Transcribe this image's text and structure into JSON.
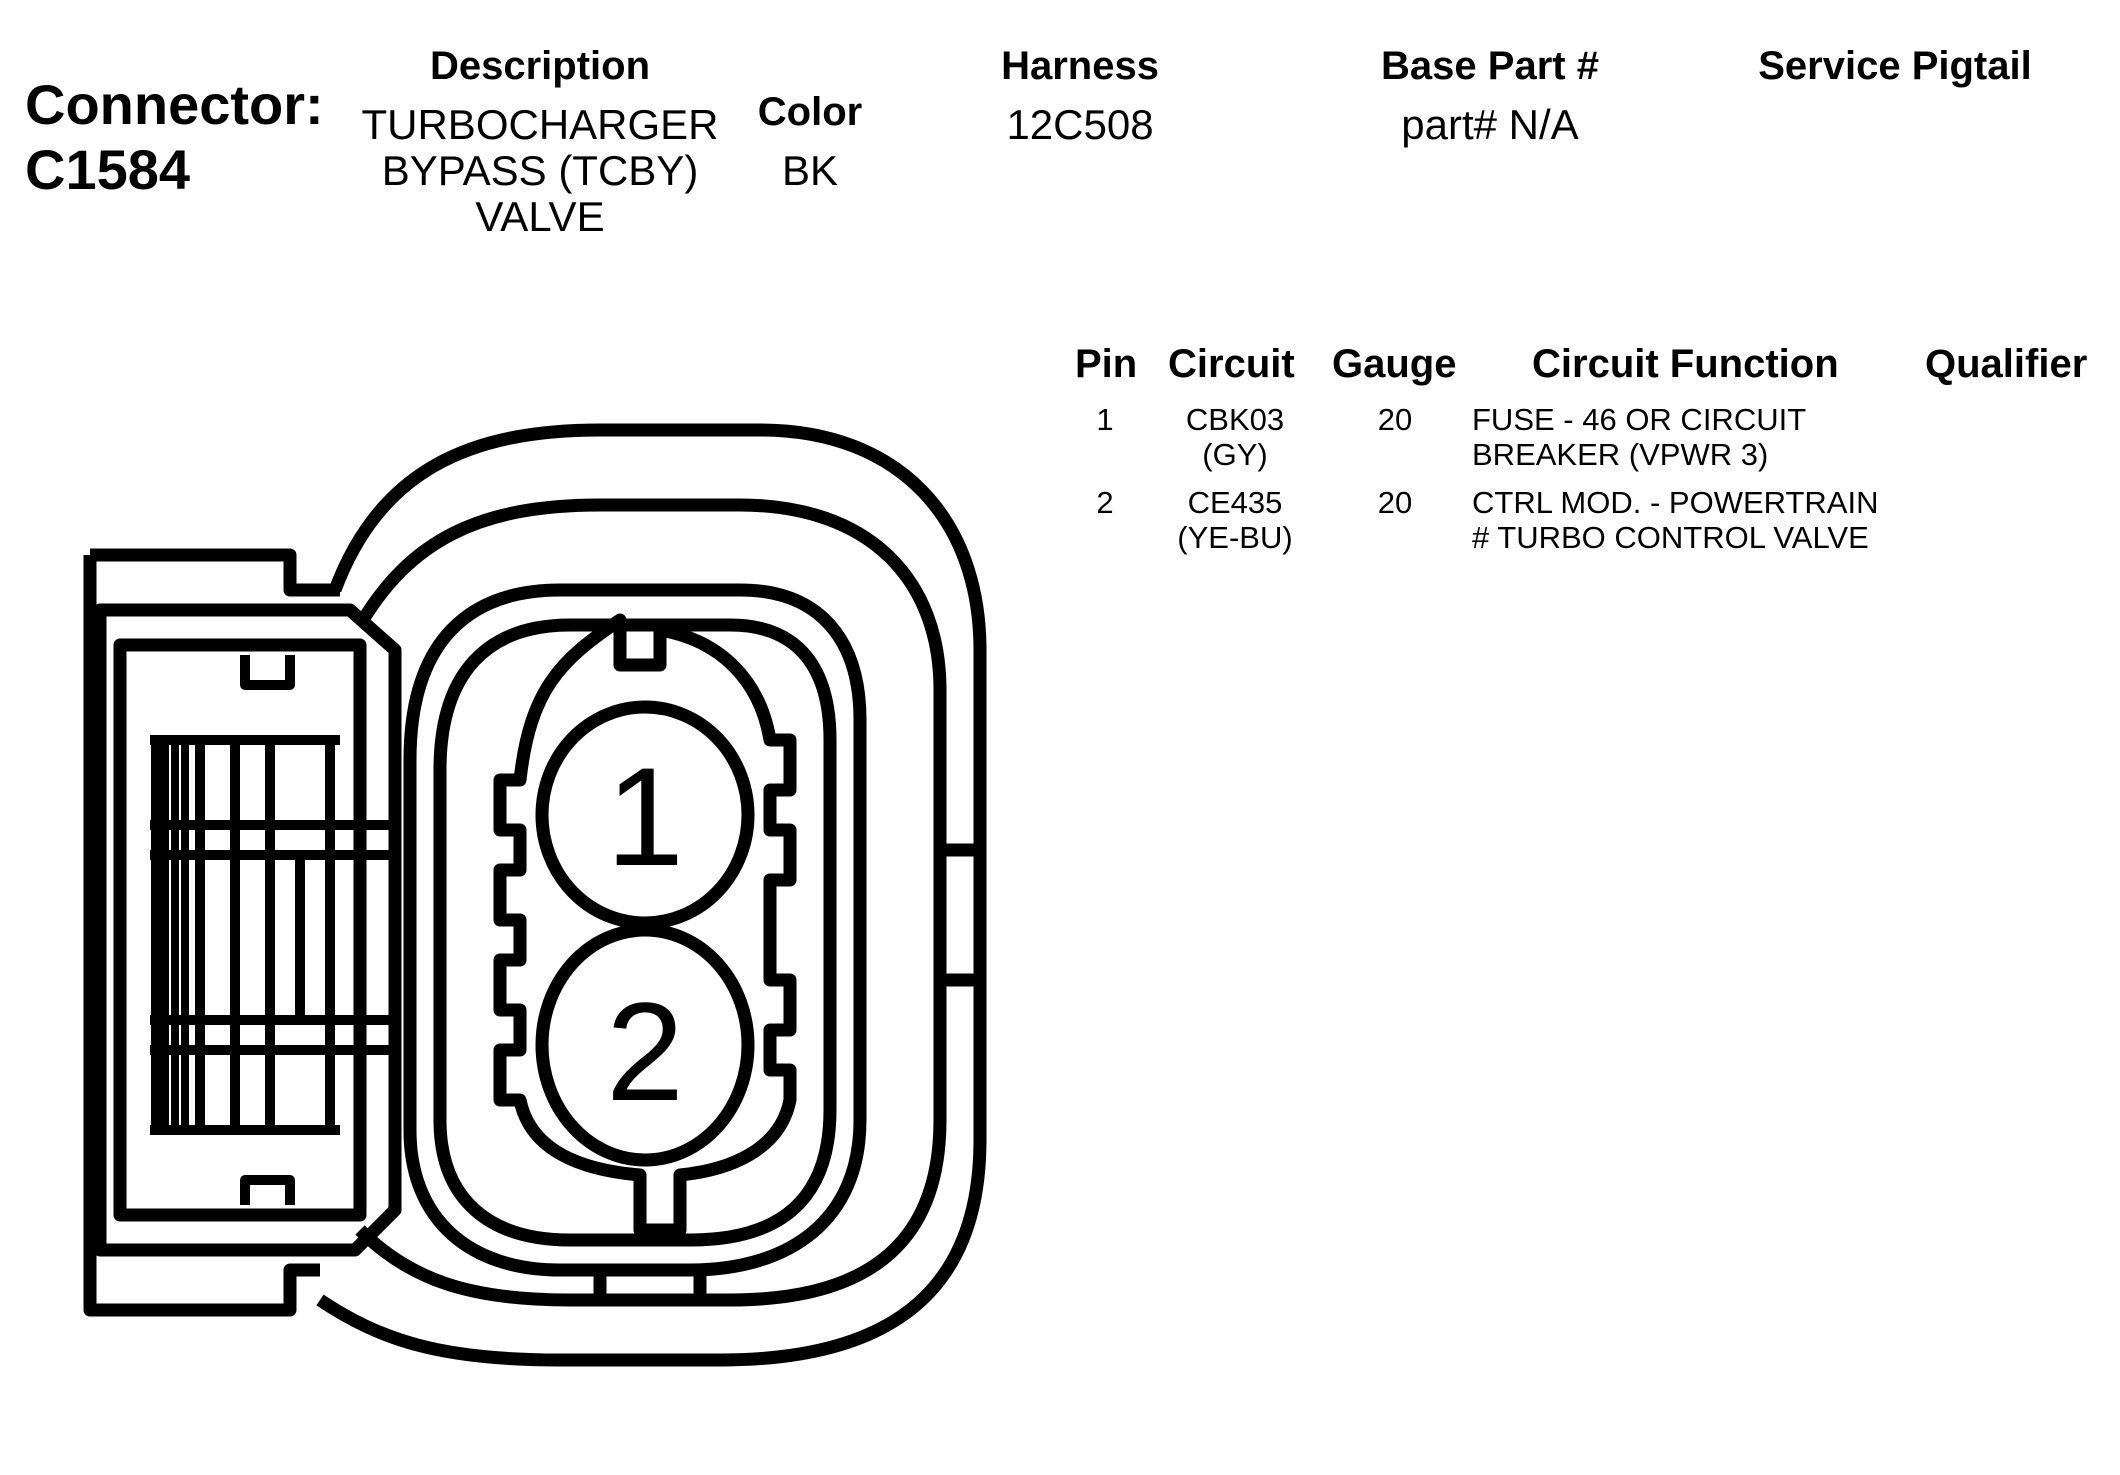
{
  "connector": {
    "label": "Connector:",
    "id": "C1584"
  },
  "headers": {
    "description": "Description",
    "color": "Color",
    "harness": "Harness",
    "base_part": "Base Part #",
    "service_pigtail": "Service Pigtail"
  },
  "values": {
    "description": [
      "TURBOCHARGER",
      "BYPASS (TCBY)",
      "VALVE"
    ],
    "color": "BK",
    "harness": "12C508",
    "base_part": "part# N/A",
    "service_pigtail": ""
  },
  "pin_table": {
    "columns": [
      "Pin",
      "Circuit",
      "Gauge",
      "Circuit Function",
      "Qualifier"
    ],
    "rows": [
      {
        "pin": "1",
        "circuit": [
          "CBK03",
          "(GY)"
        ],
        "gauge": "20",
        "function": [
          "FUSE - 46 OR CIRCUIT",
          "BREAKER (VPWR 3)"
        ],
        "qualifier": ""
      },
      {
        "pin": "2",
        "circuit": [
          "CE435",
          "(YE-BU)"
        ],
        "gauge": "20",
        "function": [
          "CTRL MOD. - POWERTRAIN",
          "# TURBO CONTROL VALVE"
        ],
        "qualifier": ""
      }
    ]
  },
  "diagram": {
    "pins": [
      "1",
      "2"
    ]
  }
}
